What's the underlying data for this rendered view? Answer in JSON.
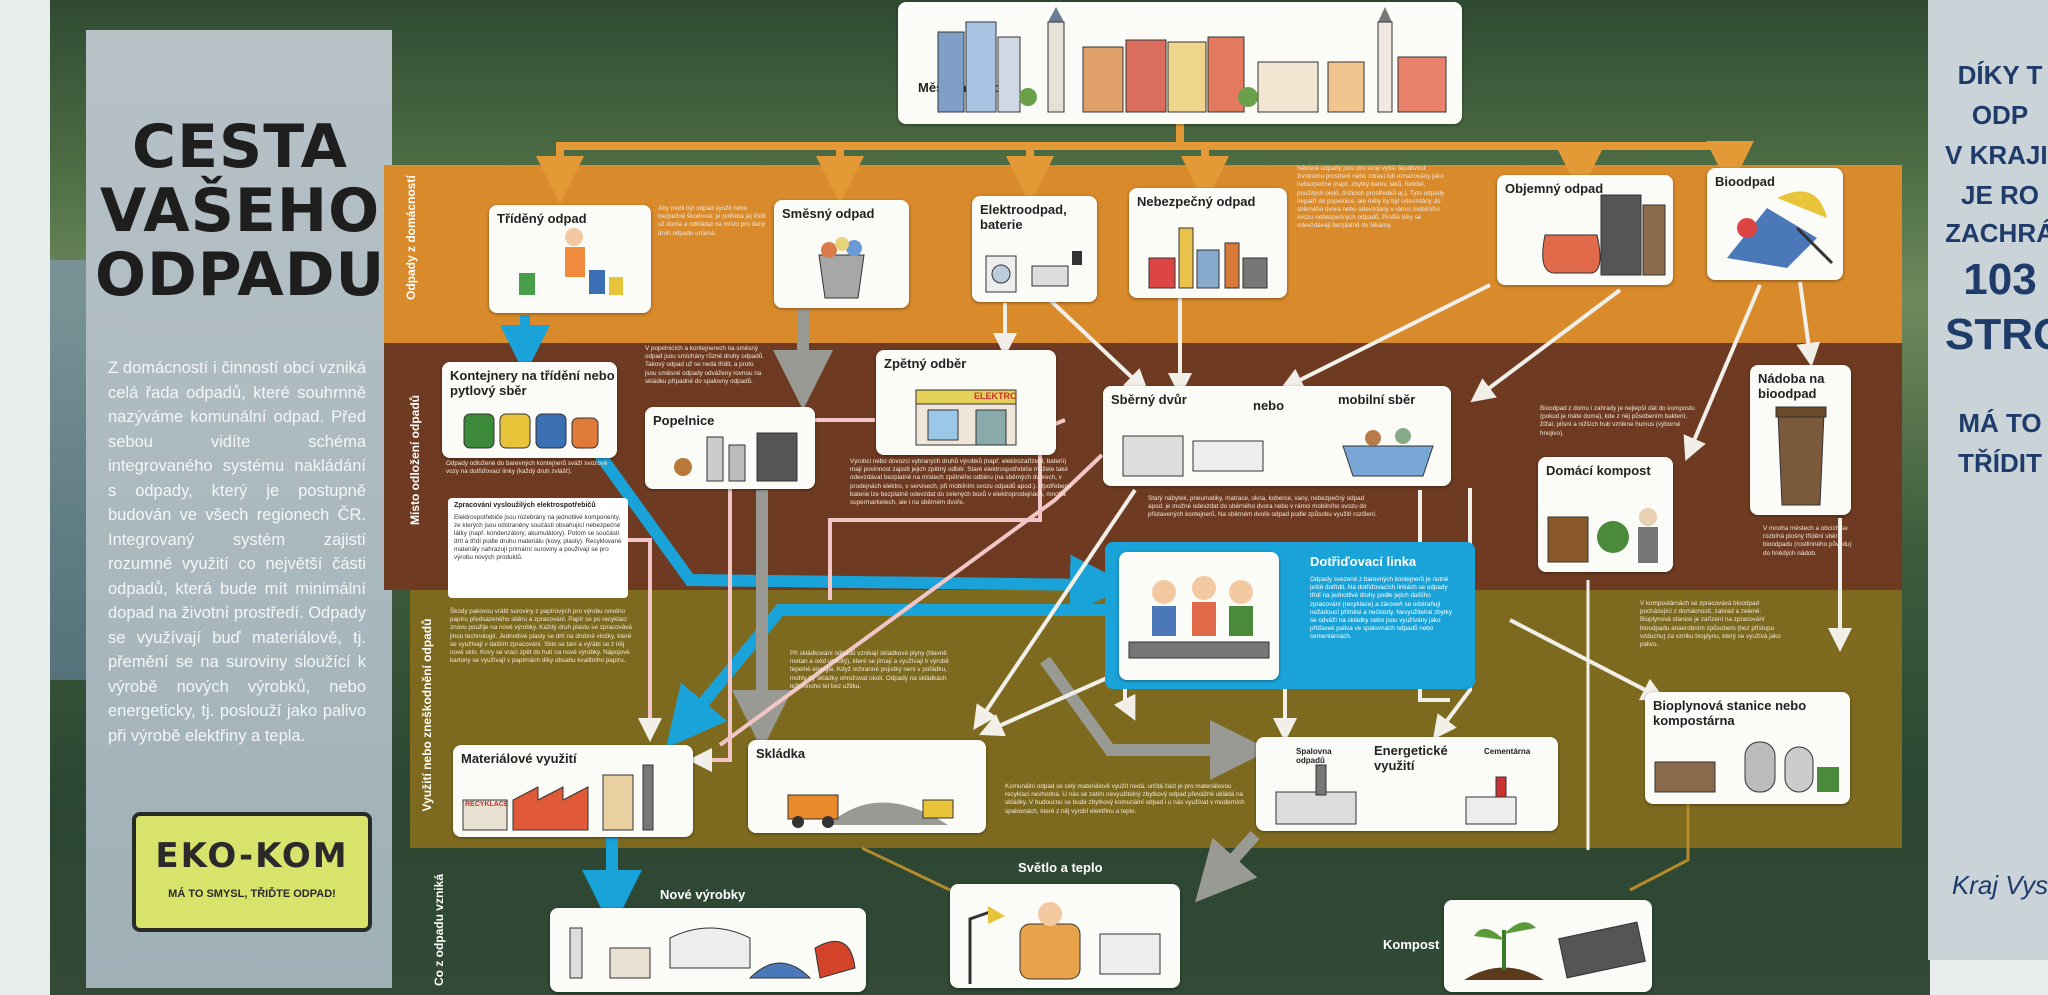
{
  "left_panel": {
    "title": "CESTA VAŠEHO ODPADU",
    "intro": "Z domácností i činností obcí vzniká celá řada odpadů, které souhrnně nazýváme komunální odpad. Před sebou vidíte schéma integrovaného systému nakládání s odpady, který je postupně budován ve všech regionech ČR. Integrovaný systém zajistí rozumné využití co největší části odpadů, která bude mít minimální dopad na životní prostředí. Odpady se využívají buď materiálově, tj. přemění se na suroviny sloužící k výrobě nových výrobků, nebo energeticky, tj. poslouží jako palivo při výrobě elektřiny a tepla.",
    "logo_text": "EKO-KOM",
    "logo_slogan": "MÁ TO SMYSL, TŘIĎTE ODPAD!"
  },
  "right_panel": {
    "lines": [
      "DÍKY T",
      "ODP",
      "V KRAJI V",
      "JE RO",
      "ZACHRÁ",
      "103",
      "STRO",
      "MÁ TO",
      "TŘÍDIT"
    ],
    "footer": "Kraj Vys"
  },
  "zones": {
    "households": "Odpady z domácností",
    "placement": "Místo odložení odpadů",
    "use": "Využití nebo zneškodnění odpadů",
    "result": "Co z odpadu vzniká"
  },
  "cards": {
    "city": "Město a obec",
    "sorted": "Tříděný odpad",
    "mixed": "Směsný odpad",
    "electro": "Elektroodpad, baterie",
    "hazardous": "Nebezpečný odpad",
    "bulky": "Objemný odpad",
    "bio": "Bioodpad",
    "containers": "Kontejnery na třídění nebo pytlový sběr",
    "bins": "Popelnice",
    "takeback": "Zpětný odběr",
    "shop_sign": "ELEKTRO",
    "collection_yard": "Sběrný dvůr",
    "or": "nebo",
    "mobile": "mobilní sběr",
    "home_compost": "Domácí kompost",
    "bio_bin": "Nádoba na bioodpad",
    "sorting_line": "Dotřiďovací linka",
    "material_use": "Materiálové využití",
    "recycling_sign": "RECYKLACE",
    "landfill": "Skládka",
    "energy_use": "Energetické využití",
    "incinerator": "Spalovna odpadů",
    "cement": "Cementárna",
    "biogas": "Bioplynová stanice nebo kompostárna",
    "new_products": "Nové výrobky",
    "light_heat": "Světlo a teplo",
    "compost": "Kompost"
  },
  "texts": {
    "sorted_note": "Aby mohl být odpad využit nebo bezpečně škodovat, je potřeba jej třídit už doma a odkládat na místo pro daný druh odpadu určená.",
    "hazardous_note": "Některé odpady jsou pro svoji vyšší škodlivost životnímu prostředí nebo zdraví lidí označovány jako nebezpečné (např. zbytky barev, laků, ředidel, použitých olejů, čisticích prostředků aj.). Tyto odpady nepatří do popelnice, ale měly by být odevzdány do sběrného dvora nebo odevzdány v rámci mobilního svozu nebezpečných odpadů. Prošlé léky se odevzdávají bezplatně do lékárny.",
    "bins_note": "V popelnicích a kontejnerech na směsný odpad jsou smíchány různé druhy odpadů. Takový odpad už se nedá třídit, a proto jsou směsné odpady odváženy rovnou na skládku případně do spalovny odpadů.",
    "containers_note": "Odpady odložené do barevných kontejnerů sváží svozové vozy na dotřiďovací linky (každý druh zvlášť).",
    "recycling_box_title": "Zpracování vysloužilých elektrospotřebičů",
    "recycling_box": "Elektrospotřebiče jsou rozebrány na jednotlivé komponenty, ze kterých jsou odstraněny součásti obsahující nebezpečné látky (např. kondenzátory, akumulátory). Potom se součásti drtí a třídí podle druhu materiálu (kovy, plasty). Recyklované materiály nahrazují primární suroviny a používají se pro výrobu nových produktů.",
    "takeback_note": "Výrobci nebo dovozci vybraných druhů výrobků (např. elektrozařízení, baterií) mají povinnost zajistit jejich zpětný odběr. Staré elektrospotřebiče můžete také odevzdávat bezplatně na místech zpětného odběru (na sběrných dvorech, v prodejnách elektro, v servisech, při mobilním svozu odpadů apod.). Upotřebené baterie lze bezplatně odevzdat do zelených boxů v elektroprodejnách, mnoha supermarketech, ale i na sběrném dvoře.",
    "yard_note": "Starý nábytek, pneumatiky, matrace, okna, koberce, vany, nebezpečný odpad apod. je možné odevzdat do sběrného dvora nebo v rámci mobilního svozu do přistavených kontejnerů. Na sběrném dvoře odpad podle způsobu využití rozčlení.",
    "home_compost_note": "Bioodpad z domu i zahrady je nejlepší dát do kompostu (pokud je máte doma), kde z něj působením bakterií, žížal, plísní a nižších hub vznikne humus (výborné hnojivo).",
    "bio_bin_note": "V mnoha městech a obcích se rozbíhá plošný třídění sběr bioodpadu (rostlinného původu) do hnědých nádob.",
    "sorting_note": "Odpady svezené z barevných kontejnerů je nutné ještě dotřídit. Na dotřiďovacích linkách se odpady třídí na jednotlivé druhy podle jejich dalšího zpracování (recyklace) a zároveň se odstraňují nežádoucí příměsi a nečistoty. Nevyužitelné zbytky se odváží na skládky nebo jsou využívány jako příďavek paliva ve spalovnách odpadů nebo cementárnách.",
    "material_note": "Škody pakovou vrátit suroviny z papírových pro výrobu nového papíru předsazeného sběru a zpracování. Papír se po recyklaci znovu použije na nové výrobky. Každý druh plastu se zpracovává jinou technologií. Jednotlivé plasty se drtí na drobné vločky, které se využívají v dalším zpracování. Sklo se taví a vyrábí se z něj nové sklo. Kovy se vrací zpět do hutí na nové výrobky. Nápojové kartony se využívají v papírnách díky obsahu kvalitního papíru.",
    "landfill_note": "Při skládkování odpadů vznikají skládkové plyny (hlavně metan a oxid uhličitý), které se jímají a využívají k výrobě tepelné energie. Když ochranné pojistky není v pořádku, mohly by skládky ohrožovat okolí. Odpady na skládkách leží mnoho let bez užitku.",
    "energy_note": "Komunální odpad se celý materiálově využít nedá, určitá část je pro materiálovou recyklaci nevhodná. U nás se zatím nevyužitelný zbytkový odpad převážně ukládá na skládky. V budoucnu se bude zbytkový komunální odpad i u nás využívat v moderních spalovnách, které z něj vyrobí elektřinu a teplo.",
    "biogas_note": "V kompostárnách se zpracovává bioodpad pocházející z domácností, zahrad a zeleně. Bioplynová stanice je zařízení na zpracování bioodpadu anaerobním způsobem (bez přístupu vzduchu) za vzniku bioplynu, který se využívá jako palivo."
  },
  "colors": {
    "zone_households": "#d98a2b",
    "zone_placement": "#6e3b22",
    "zone_use": "#7e6a1e",
    "arrow_blue": "#1aa3d9",
    "arrow_grey": "#9a9a94",
    "arrow_orange": "#e39a36",
    "arrow_pink": "#f2c6c6",
    "logo_green": "#d8e36c",
    "sign_grey": "#a9b7bd"
  }
}
